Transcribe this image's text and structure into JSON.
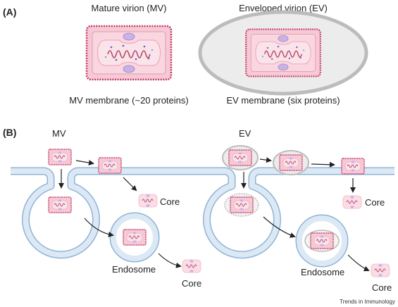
{
  "panel_a": {
    "label": "(A)",
    "mv_title": "Mature virion (MV)",
    "ev_title": "Enveloped virion (EV)",
    "mv_caption": "MV membrane (~20  proteins)",
    "ev_caption": "EV membrane (six proteins)"
  },
  "panel_b": {
    "label": "(B)",
    "mv_label": "MV",
    "ev_label": "EV",
    "core_label": "Core",
    "endosome_label": "Endosome"
  },
  "footer": {
    "journal": "Trends in Immunology"
  },
  "colors": {
    "virion_fill": "#f6c9d6",
    "virion_border": "#c33a62",
    "core_fill": "#fbe3ea",
    "dna_line": "#b24a6b",
    "protein_purple": "#c9b2e6",
    "membrane_fill": "#dce9f5",
    "membrane_stroke": "#8fb3d6",
    "envelope_fill": "#ececec",
    "envelope_stroke": "#bcbcbc"
  }
}
